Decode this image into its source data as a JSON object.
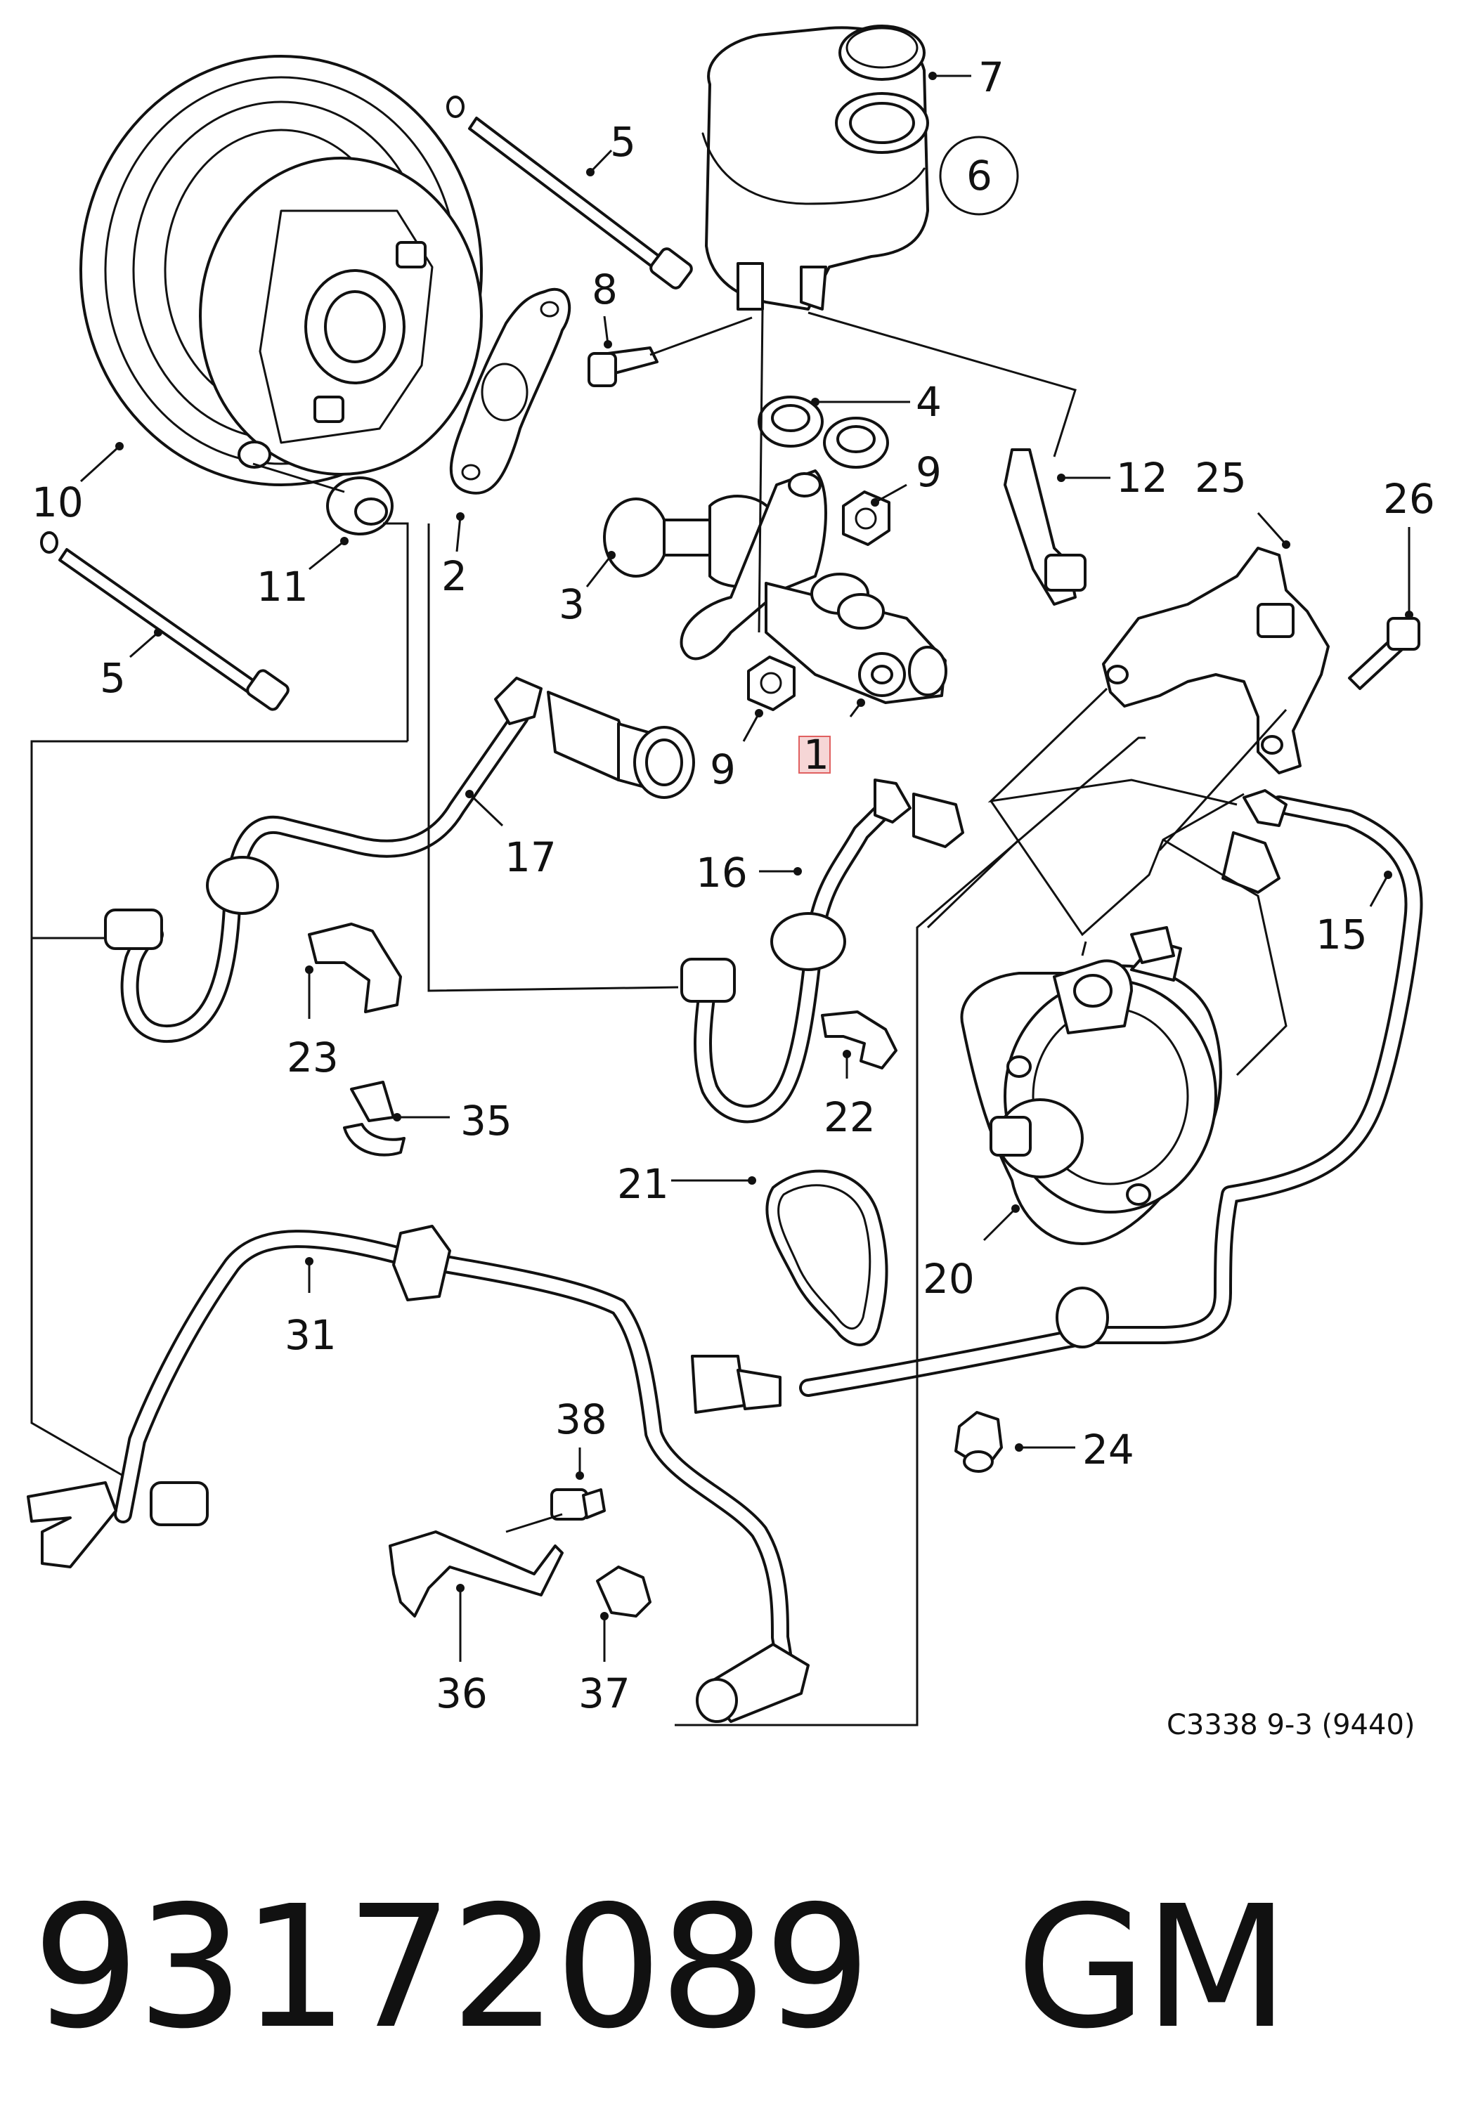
{
  "diagram": {
    "source_ref": "C3338 9-3 (9440)",
    "callouts": [
      {
        "id": "c1",
        "text": "1"
      },
      {
        "id": "c2",
        "text": "2"
      },
      {
        "id": "c3",
        "text": "3"
      },
      {
        "id": "c4",
        "text": "4"
      },
      {
        "id": "c5a",
        "text": "5"
      },
      {
        "id": "c5b",
        "text": "5"
      },
      {
        "id": "c6",
        "text": "6"
      },
      {
        "id": "c7",
        "text": "7"
      },
      {
        "id": "c8",
        "text": "8"
      },
      {
        "id": "c9a",
        "text": "9"
      },
      {
        "id": "c9b",
        "text": "9"
      },
      {
        "id": "c10",
        "text": "10"
      },
      {
        "id": "c11",
        "text": "11"
      },
      {
        "id": "c12",
        "text": "12"
      },
      {
        "id": "c15",
        "text": "15"
      },
      {
        "id": "c16",
        "text": "16"
      },
      {
        "id": "c17",
        "text": "17"
      },
      {
        "id": "c20",
        "text": "20"
      },
      {
        "id": "c21",
        "text": "21"
      },
      {
        "id": "c22",
        "text": "22"
      },
      {
        "id": "c23",
        "text": "23"
      },
      {
        "id": "c24",
        "text": "24"
      },
      {
        "id": "c25",
        "text": "25"
      },
      {
        "id": "c26",
        "text": "26"
      },
      {
        "id": "c31",
        "text": "31"
      },
      {
        "id": "c35",
        "text": "35"
      },
      {
        "id": "c36",
        "text": "36"
      },
      {
        "id": "c37",
        "text": "37"
      },
      {
        "id": "c38",
        "text": "38"
      }
    ]
  },
  "footer": {
    "part_number": "93172089",
    "brand": "GM"
  }
}
